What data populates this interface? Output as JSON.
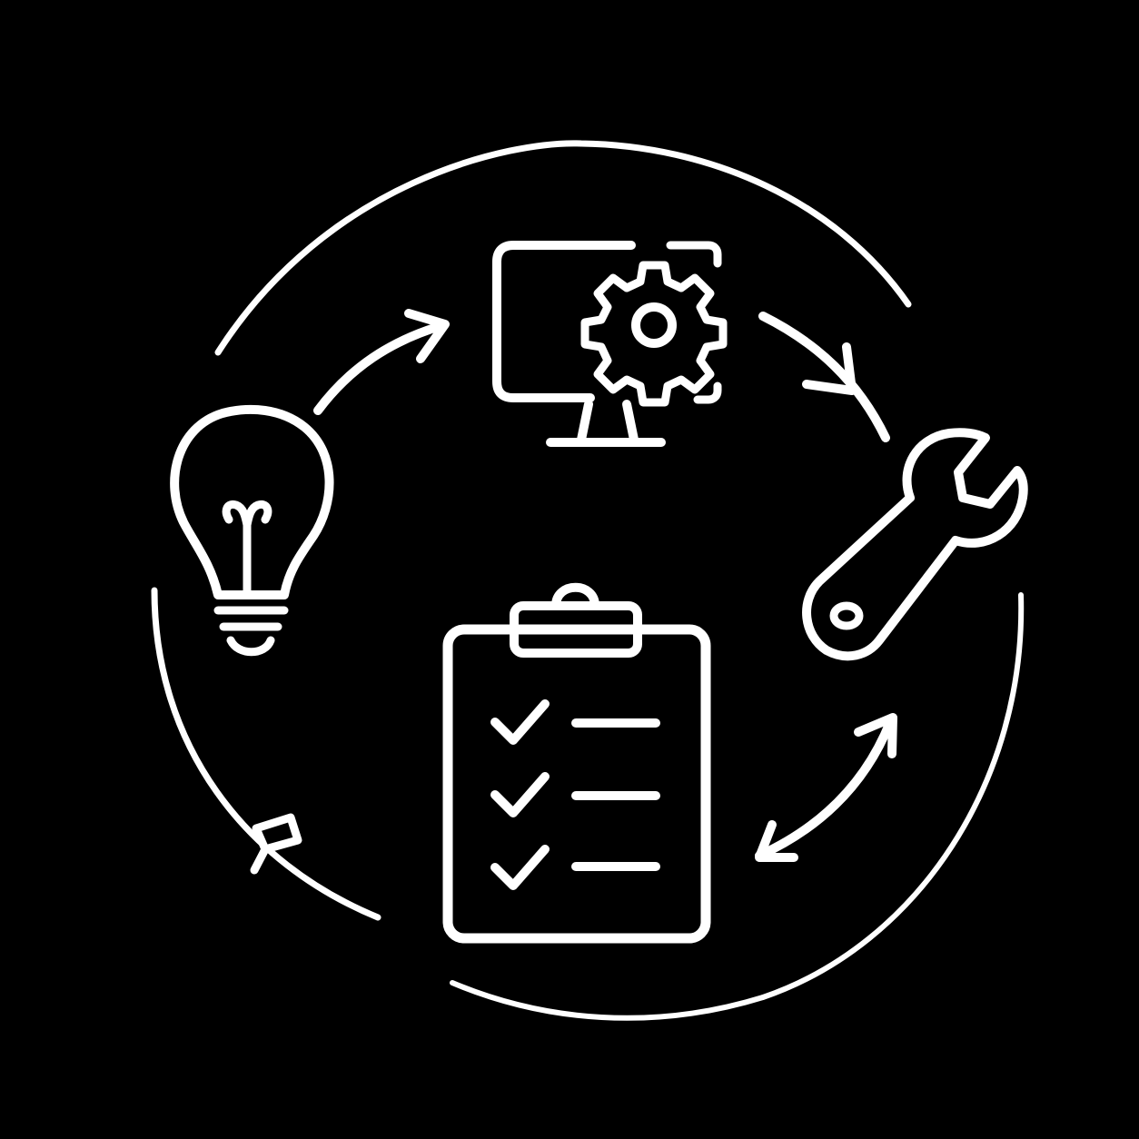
{
  "diagram": {
    "kind": "icon-cycle",
    "background_color": "#000000",
    "stroke_color": "#ffffff",
    "cycle_direction": "clockwise",
    "nodes": [
      {
        "icon": "lightbulb-icon",
        "position": "left"
      },
      {
        "icon": "monitor-gear-icon",
        "position": "top"
      },
      {
        "icon": "wrench-icon",
        "position": "right"
      },
      {
        "icon": "clipboard-checklist-icon",
        "position": "bottom-center"
      }
    ],
    "arrows": [
      {
        "from": "lightbulb-icon",
        "to": "monitor-gear-icon"
      },
      {
        "from": "monitor-gear-icon",
        "to": "wrench-icon"
      },
      {
        "from": "clipboard-checklist-icon",
        "to": "wrench-icon",
        "bidirectional": true
      },
      {
        "from": "clipboard-checklist-icon",
        "to": "lightbulb-icon"
      }
    ]
  }
}
